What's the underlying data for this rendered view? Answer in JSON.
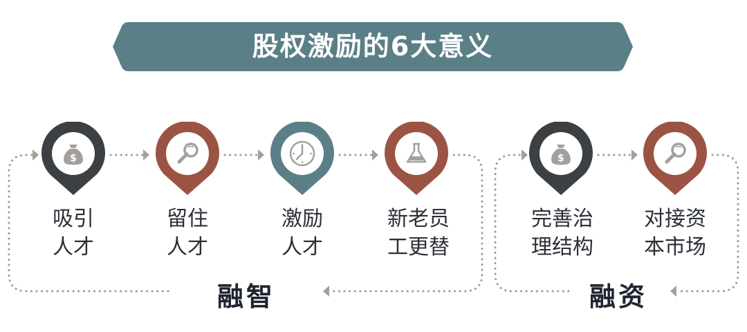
{
  "header": {
    "title": "股权激励的6大意义",
    "banner_color": "#5b7f87",
    "title_color": "#ffffff"
  },
  "colors": {
    "dark": "#3c4043",
    "rust": "#9b5444",
    "teal": "#5b7f87",
    "icon_gray": "#a3a09c",
    "connector_gray": "#9a9a9a",
    "text": "#2b2f36"
  },
  "items": [
    {
      "line1": "吸引",
      "line2": "人才",
      "icon": "money-bag-icon",
      "color": "#3c4043",
      "group": "融智"
    },
    {
      "line1": "留住",
      "line2": "人才",
      "icon": "magnifier-icon",
      "color": "#9b5444",
      "group": "融智"
    },
    {
      "line1": "激励",
      "line2": "人才",
      "icon": "clock-icon",
      "color": "#5b7f87",
      "group": "融智"
    },
    {
      "line1": "新老员",
      "line2": "工更替",
      "icon": "flask-icon",
      "color": "#9b5444",
      "group": "融智"
    },
    {
      "line1": "完善治",
      "line2": "理结构",
      "icon": "money-bag-icon",
      "color": "#3c4043",
      "group": "融资"
    },
    {
      "line1": "对接资",
      "line2": "本市场",
      "icon": "magnifier-icon",
      "color": "#9b5444",
      "group": "融资"
    }
  ],
  "groups": [
    {
      "label": "融智"
    },
    {
      "label": "融资"
    }
  ]
}
